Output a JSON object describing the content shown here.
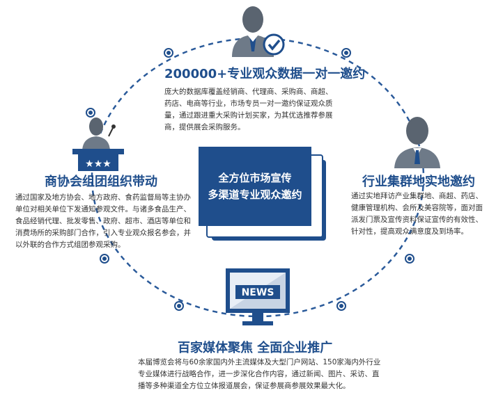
{
  "center": {
    "line1": "全方位市场宣传",
    "line2": "多渠道专业观众邀约"
  },
  "top": {
    "title": "200000+专业观众数据一对一邀约",
    "body": "庞大的数据库覆盖经销商、代理商、采购商、商超、药店、电商等行业，市场专员一对一邀约保证观众质量，通过跟进重大采购计划买家，为其优选推荐参展商，提供展会采购服务。",
    "icon": "businessman-check-icon"
  },
  "left": {
    "title": "商协会组团组织带动",
    "body": "通过国家及地方协会、地方政府、食药监督局等主协办单位对相关单位下发通知参观文件。与诸多食品生产、食品经销代理、批发零售、政府、超市、酒店等单位和消费场所的采购部门合作，引入专业观众报名参会，并以外联的合作方式组团参观采购。",
    "icon": "podium-speaker-icon"
  },
  "right": {
    "title": "行业集群地实地邀约",
    "body": "通过实地拜访产业集群地、商超、药店、健康管理机构、会所及美容院等，面对面派发门票及宣传资料保证宣传的有效性、针对性，提高观众满意度及到场率。",
    "icon": "businessman-icon"
  },
  "bottom": {
    "title": "百家媒体聚焦  全面企业推广",
    "body": "本届博览会将与60余家国内外主流媒体及大型门户网站、150家海内外行业专业媒体进行战略合作，进一步深化合作内容，通过新闻、图片、采访、直播等多种渠道全方位立体报道展会，保证参展商参展效果最大化。",
    "icon": "news-monitor-icon",
    "news_label": "NEWS"
  },
  "colors": {
    "primary": "#1f4e8c",
    "dash": "#2a5a9a"
  }
}
